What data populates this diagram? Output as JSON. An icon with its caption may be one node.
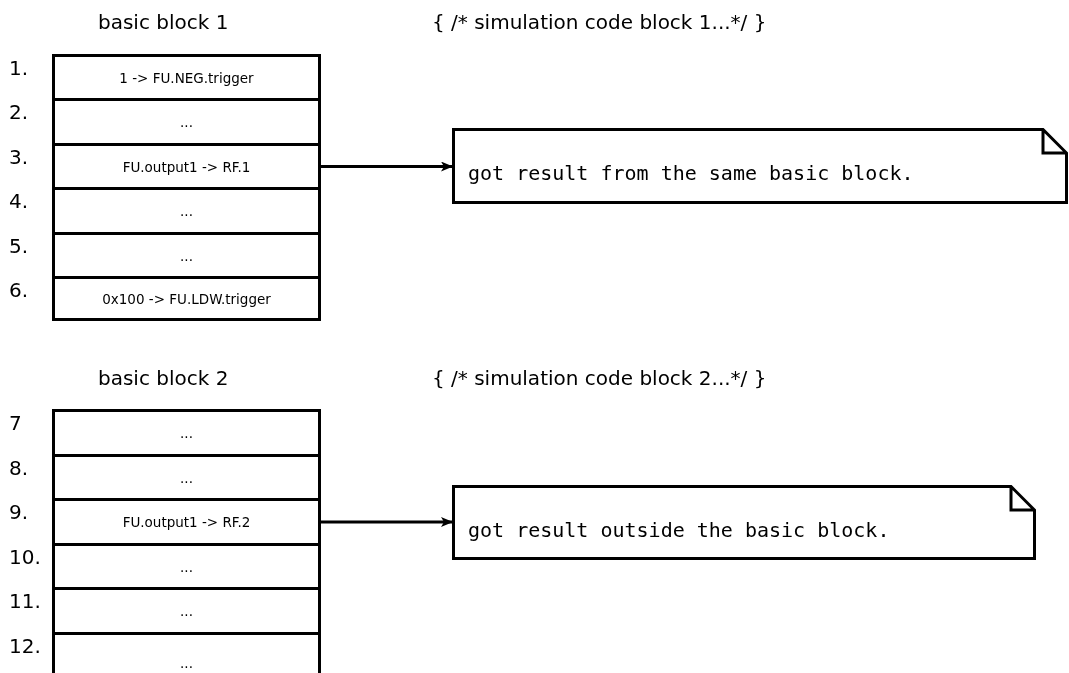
{
  "diagram": {
    "nodes": [
      {
        "text": [
          "1 -> FU.NEG.trigger"
        ],
        "beside": [
          "1."
        ]
      },
      {
        "text": [
          "..."
        ],
        "beside": [
          "2."
        ]
      },
      {
        "text": [
          "FU.output1 -> RF.1"
        ],
        "beside": [
          "3."
        ]
      },
      {
        "text": [
          "..."
        ],
        "beside": [
          "4."
        ]
      },
      {
        "text": [
          "..."
        ],
        "beside": [
          "5."
        ]
      },
      {
        "text": [
          "0x100 -> FU.LDW.trigger"
        ],
        "beside": [
          "6."
        ]
      },
      {
        "text": [
          "got result from the same basic block."
        ]
      },
      {
        "text": [
          "..."
        ],
        "beside": [
          "7"
        ]
      },
      {
        "text": [
          "..."
        ],
        "beside": [
          "8."
        ]
      },
      {
        "text": [
          "FU.output1 -> RF.2"
        ],
        "beside": [
          "9."
        ]
      },
      {
        "text": [
          "..."
        ],
        "beside": [
          "10."
        ]
      },
      {
        "text": [
          "..."
        ],
        "beside": [
          "11."
        ]
      },
      {
        "text": [
          "..."
        ],
        "beside": [
          "12."
        ]
      },
      {
        "text": [
          "got result outside the basic block."
        ]
      }
    ],
    "edges": [
      {
        "from": 2,
        "to": 6,
        "arrow": "to"
      },
      {
        "from": 9,
        "to": 13,
        "arrow": "to"
      }
    ],
    "labels": [
      "basic block 1",
      "{ /* simulation code block 1...*/ }",
      "basic block 2",
      "{ /* simulation code block 2...*/ }"
    ]
  }
}
